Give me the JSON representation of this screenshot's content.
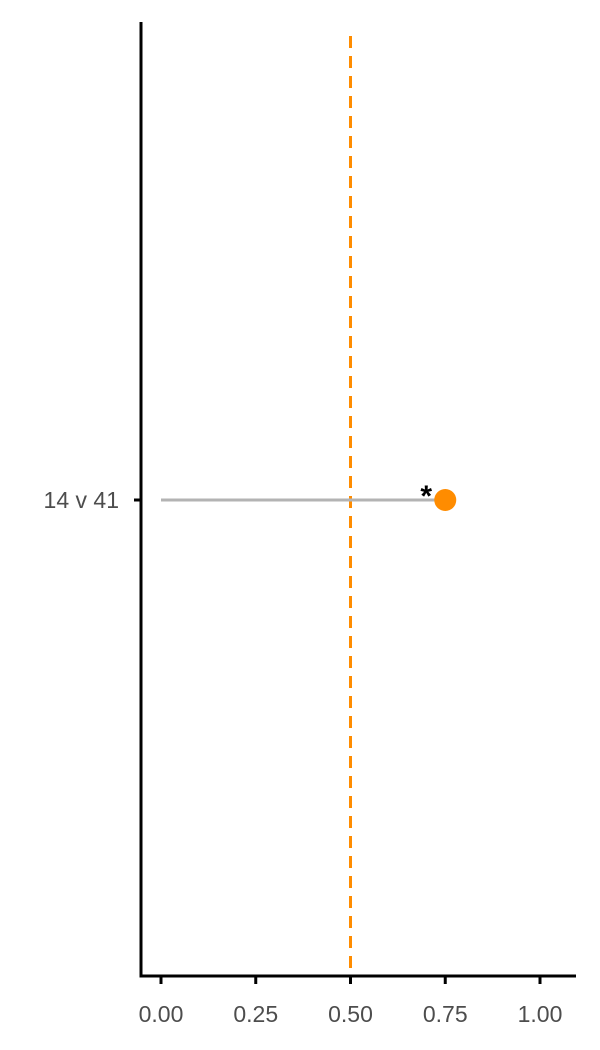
{
  "chart_data": {
    "type": "lollipop",
    "categories": [
      "14 v 41"
    ],
    "values": [
      0.75
    ],
    "annotations": [
      "*"
    ],
    "reference_line": 0.5,
    "xlim": [
      -0.05,
      1.1
    ],
    "x_ticks": [
      0,
      0.25,
      0.5,
      0.75,
      1.0
    ],
    "x_tick_labels": [
      "0.00",
      "0.25",
      "0.50",
      "0.75",
      "1.00"
    ],
    "xlabel": "",
    "ylabel": "",
    "title": "",
    "grid": false,
    "colors": {
      "point": "#ff8c00",
      "reference_line": "#ff8c00",
      "stem": "#b3b3b3",
      "axis": "#000000",
      "tick_text": "#4d4d4d"
    }
  }
}
